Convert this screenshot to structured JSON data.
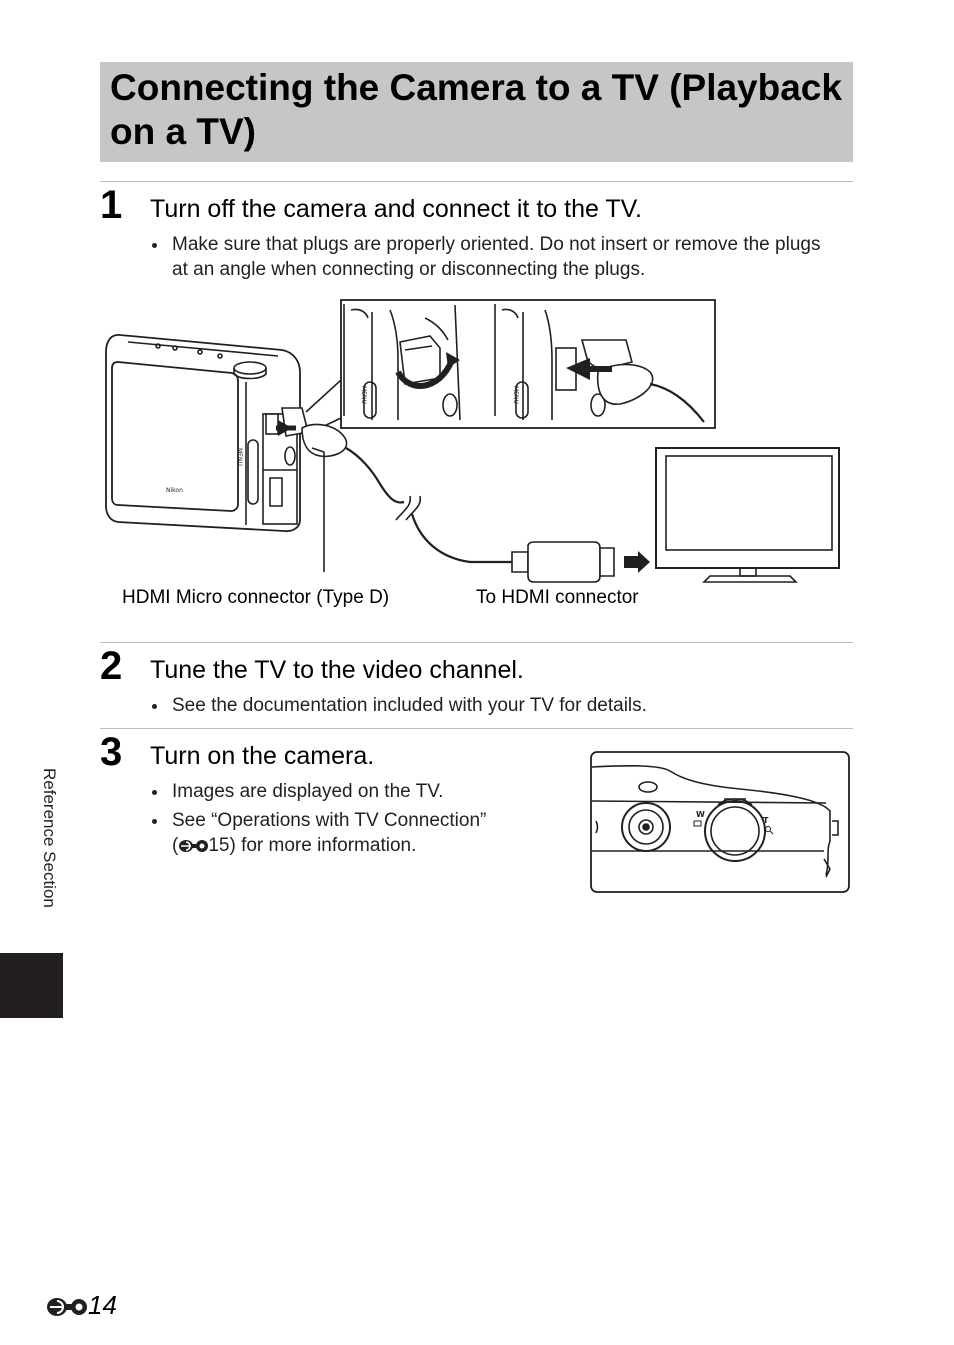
{
  "page": {
    "title": "Connecting the Camera to a TV (Playback on a TV)",
    "side_label": "Reference Section",
    "page_number": "14",
    "page_prefix_icon": "reference-e-icon"
  },
  "steps": [
    {
      "number": "1",
      "heading": "Turn off the camera and connect it to the TV.",
      "bullets": [
        "Make sure that plugs are properly oriented. Do not insert or remove the plugs at an angle when connecting or disconnecting the plugs."
      ]
    },
    {
      "number": "2",
      "heading": "Tune the TV to the video channel.",
      "bullets": [
        "See the documentation included with your TV for details."
      ]
    },
    {
      "number": "3",
      "heading": "Turn on the camera.",
      "bullets": [
        "Images are displayed on the TV.",
        "See “Operations with TV Connection”"
      ],
      "bullet2_cont_pre": "(",
      "bullet2_cont_post": "15) for more information."
    }
  ],
  "figure": {
    "label_camera_connector": "HDMI Micro connector (Type D)",
    "label_tv_connector": "To HDMI connector",
    "menu_label": "MENU",
    "brand": "Nikon",
    "zoom_wide": "W",
    "zoom_tele": "T"
  },
  "colors": {
    "title_band": "#c6c6c6",
    "text": "#231f20",
    "side_tab": "#231f20"
  }
}
